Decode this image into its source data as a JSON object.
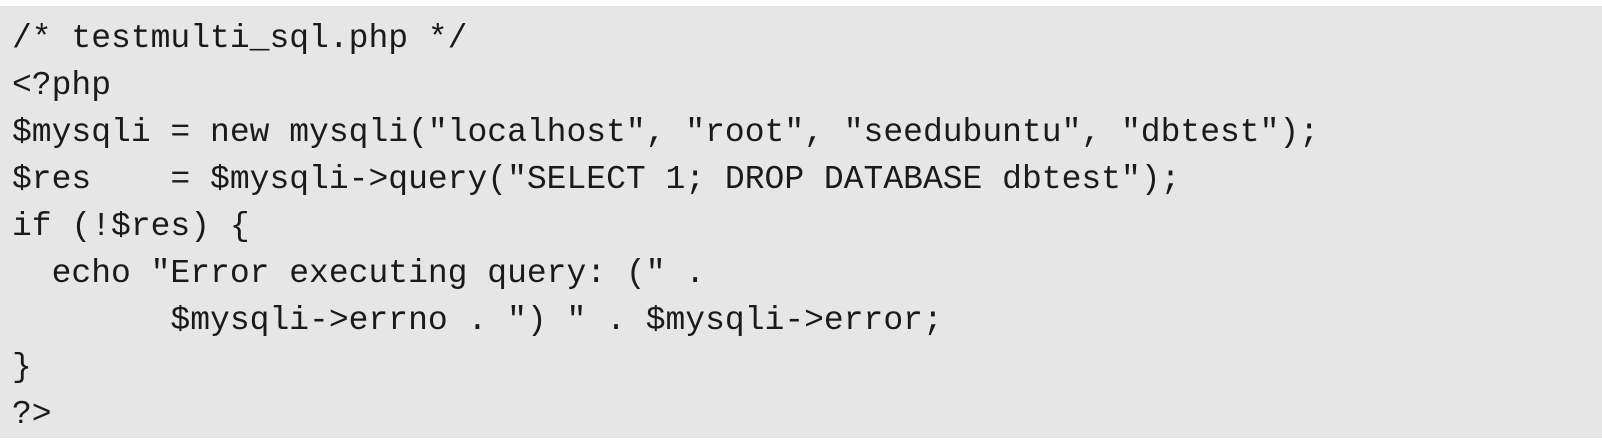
{
  "code": {
    "lines": [
      "/* testmulti_sql.php */",
      "<?php",
      "$mysqli = new mysqli(\"localhost\", \"root\", \"seedubuntu\", \"dbtest\");",
      "$res    = $mysqli->query(\"SELECT 1; DROP DATABASE dbtest\");",
      "if (!$res) {",
      "  echo \"Error executing query: (\" .",
      "        $mysqli->errno . \") \" . $mysqli->error;",
      "}",
      "?>"
    ]
  }
}
